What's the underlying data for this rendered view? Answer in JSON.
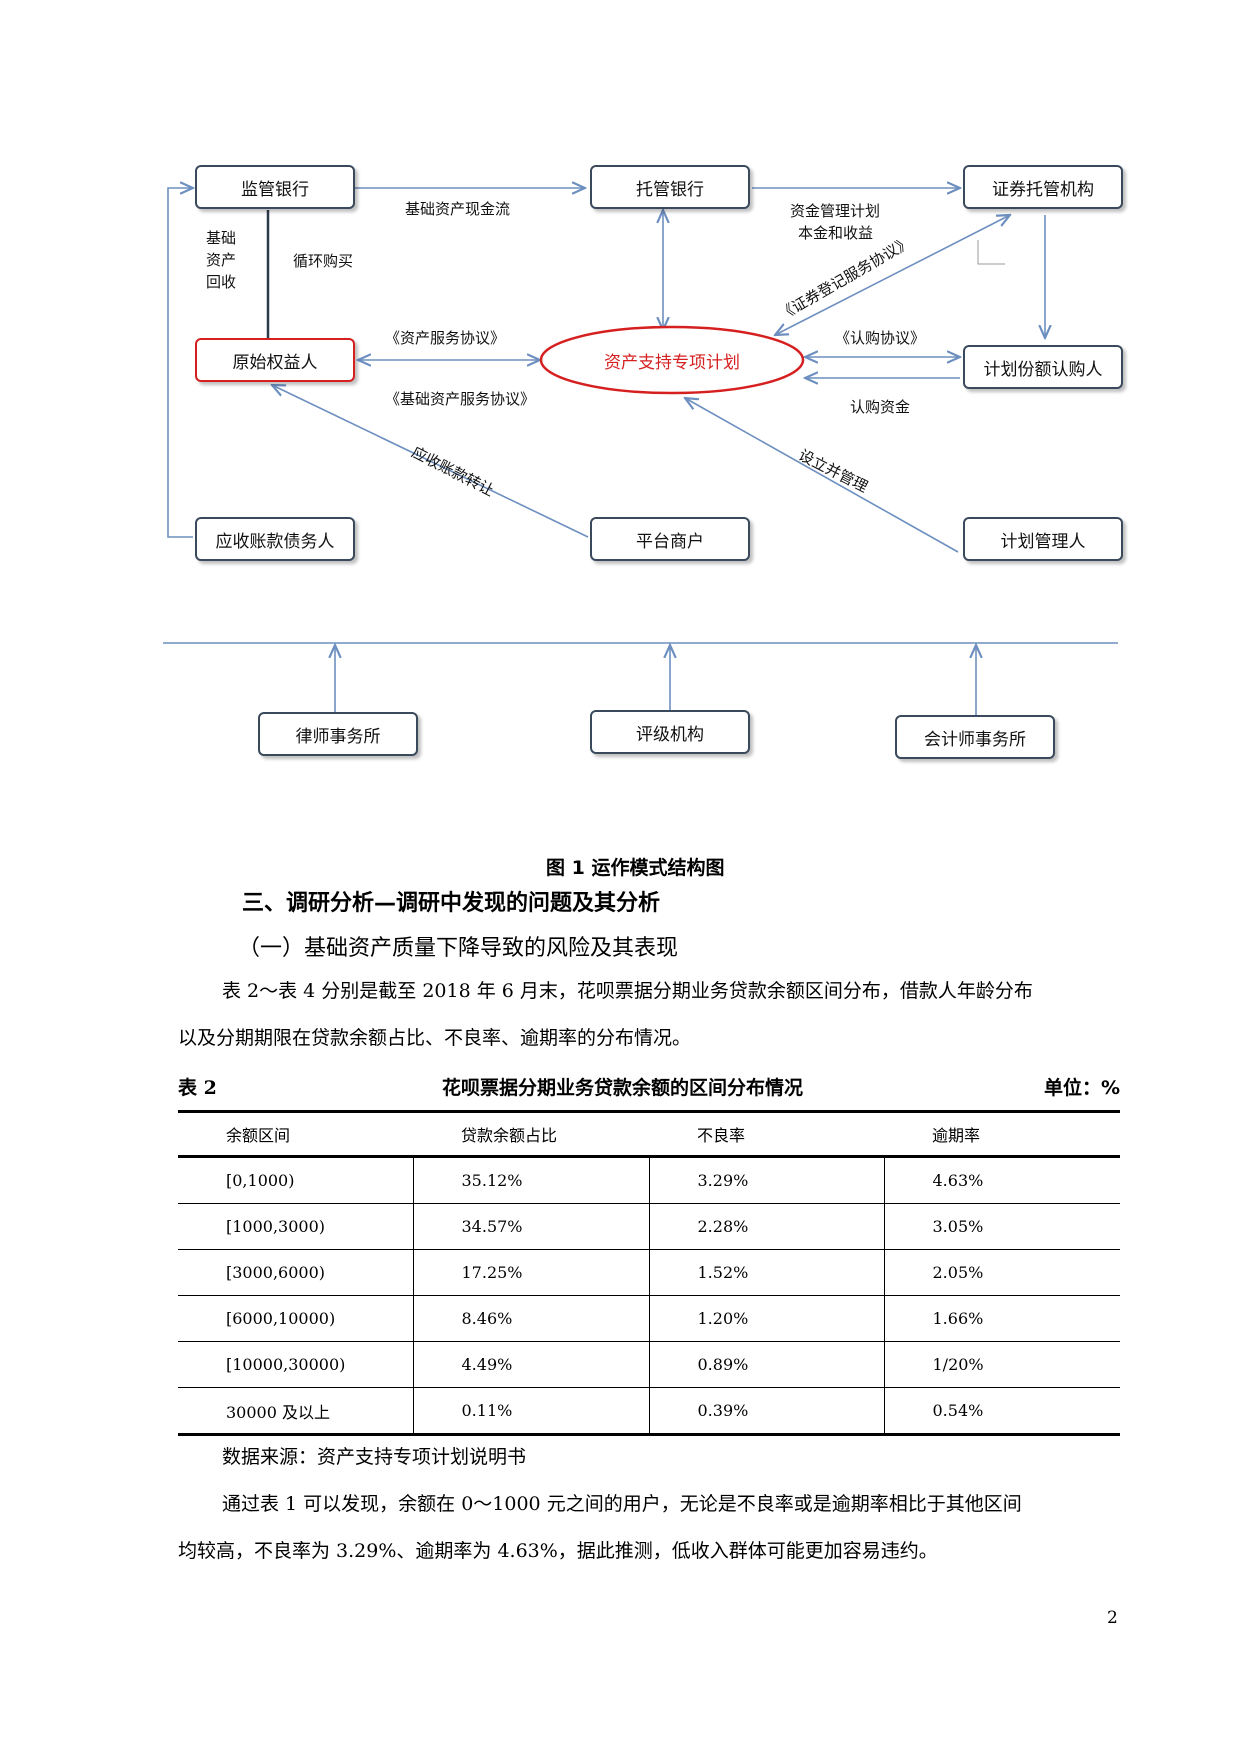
{
  "diagram": {
    "nodes": {
      "supervising_bank": "监管银行",
      "custodian_bank": "托管银行",
      "securities_custodian": "证券托管机构",
      "original_owner": "原始权益人",
      "special_plan": "资产支持专项计划",
      "subscriber": "计划份额认购人",
      "debtor": "应收账款债务人",
      "merchant": "平台商户",
      "manager": "计划管理人",
      "law_firm": "律师事务所",
      "rating_agency": "评级机构",
      "accounting_firm": "会计师事务所"
    },
    "labels": {
      "cash_flow": "基础资产现金流",
      "asset_recovery_1": "基础",
      "asset_recovery_2": "资产",
      "asset_recovery_3": "回收",
      "revolving_purchase": "循环购买",
      "fund_mgmt_1": "资金管理计划",
      "fund_mgmt_2": "本金和收益",
      "registration_agreement": "《证券登记服务协议》",
      "service_agreement": "《资产服务协议》",
      "base_service_agreement": "《基础资产服务协议》",
      "subscription_agreement": "《认购协议》",
      "subscription_funds": "认购资金",
      "receivable_transfer": "应收账款转让",
      "establish_manage": "设立并管理"
    }
  },
  "caption": "图 1 运作模式结构图",
  "section_heading": "三、调研分析—调研中发现的问题及其分析",
  "subsection_heading": "（一）基础资产质量下降导致的风险及其表现",
  "intro_line1": "表 2～表 4 分别是截至 2018 年 6 月末，花呗票据分期业务贷款余额区间分布，借款人年龄分布",
  "intro_line2": "以及分期期限在贷款余额占比、不良率、逾期率的分布情况。",
  "table": {
    "label": "表 2",
    "title": "花呗票据分期业务贷款余额的区间分布情况",
    "unit": "单位：%",
    "headers": [
      "余额区间",
      "贷款余额占比",
      "不良率",
      "逾期率"
    ],
    "rows": [
      [
        "[0,1000)",
        "35.12%",
        "3.29%",
        "4.63%"
      ],
      [
        "[1000,3000)",
        "34.57%",
        "2.28%",
        "3.05%"
      ],
      [
        "[3000,6000)",
        "17.25%",
        "1.52%",
        "2.05%"
      ],
      [
        "[6000,10000)",
        "8.46%",
        "1.20%",
        "1.66%"
      ],
      [
        "[10000,30000)",
        "4.49%",
        "0.89%",
        "1/20%"
      ],
      [
        "30000 及以上",
        "0.11%",
        "0.39%",
        "0.54%"
      ]
    ]
  },
  "source": "数据来源：资产支持专项计划说明书",
  "conclusion_line1": "通过表 1 可以发现，余额在 0～1000 元之间的用户，无论是不良率或是逾期率相比于其他区间",
  "conclusion_line2": "均较高，不良率为 3.29%、逾期率为 4.63%，据此推测，低收入群体可能更加容易违约。",
  "page_number": "2"
}
